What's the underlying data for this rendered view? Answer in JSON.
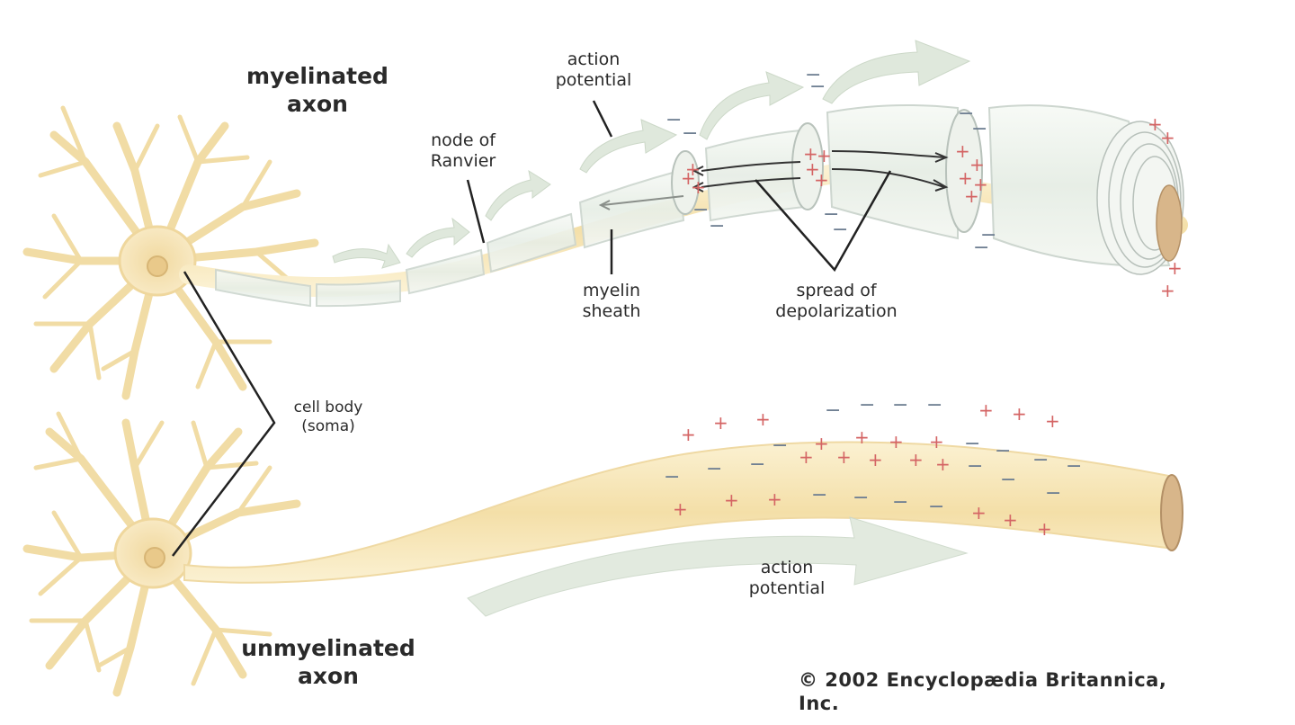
{
  "labels": {
    "myelinated_axon": "myelinated\naxon",
    "action_potential_top": "action\npotential",
    "node_of_ranvier": "node of\nRanvier",
    "myelin_sheath": "myelin\nsheath",
    "spread_of_depolarization": "spread of\ndepolarization",
    "cell_body": "cell body\n(soma)",
    "action_potential_bottom": "action\npotential",
    "unmyelinated_axon": "unmyelinated\naxon"
  },
  "credit": "© 2002 Encyclopædia Britannica, Inc.",
  "charges": {
    "positive": "+",
    "negative": "−"
  },
  "colors": {
    "neuron": "#f6e3b2",
    "neuron_edge": "#e6cf92",
    "sheath": "#eef3ee",
    "sheath_edge": "#c9d3cb",
    "arrow": "#dbe6d8",
    "plus": "#d46464",
    "minus": "#6f7f92"
  }
}
